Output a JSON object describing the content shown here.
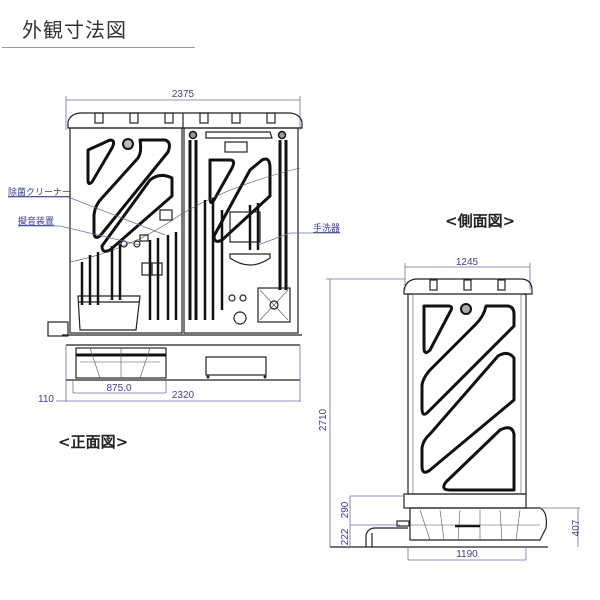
{
  "page_title": "外観寸法図",
  "front_view": {
    "label": "<正面図>",
    "dimensions": {
      "overall_width": "2375",
      "base_width": "2320",
      "inner_width": "875.0",
      "base_offset": "110"
    },
    "callouts": {
      "sanitizer": "除菌クリーナー",
      "sound_device": "擬音装置",
      "hand_wash": "手洗器"
    }
  },
  "side_view": {
    "label": "<側面図>",
    "dimensions": {
      "top_width": "1245",
      "height": "2710",
      "upper_base": "290",
      "lower_base": "222",
      "base_height": "407",
      "base_width": "1190"
    }
  }
}
